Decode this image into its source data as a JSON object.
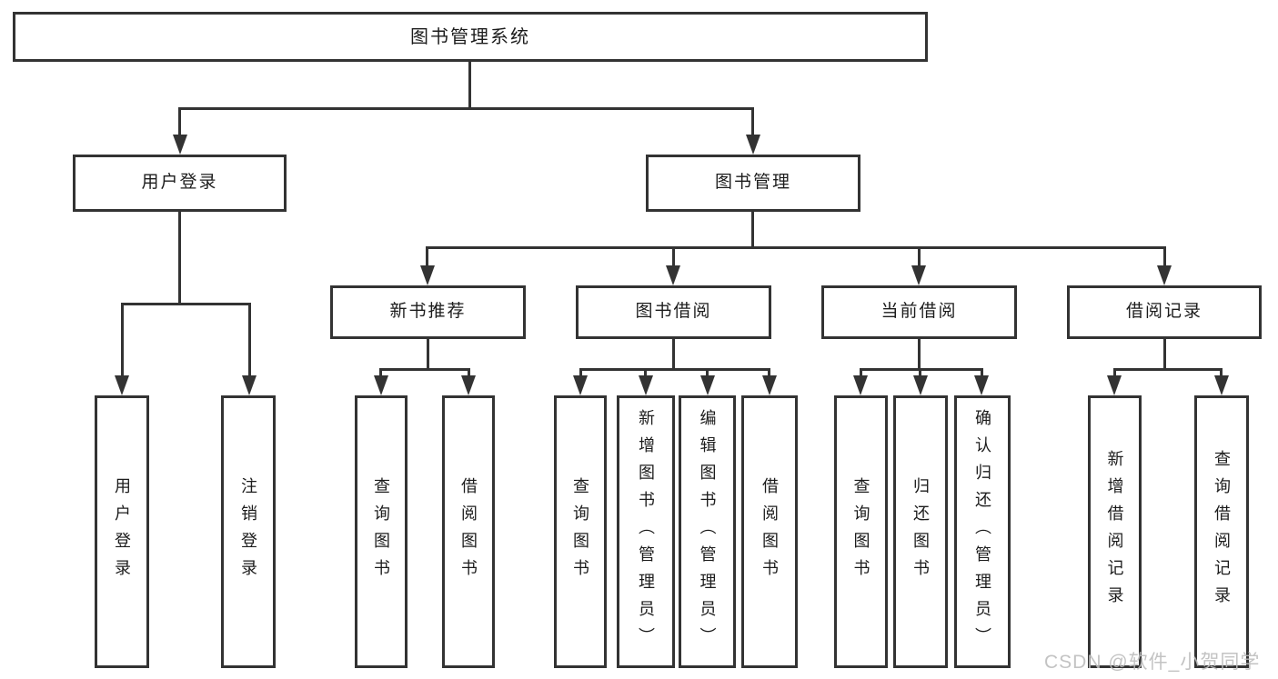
{
  "diagram": {
    "type": "tree",
    "root": {
      "label": "图书管理系统",
      "children": [
        {
          "label": "用户登录",
          "children": [
            {
              "label": "用户登录"
            },
            {
              "label": "注销登录"
            }
          ]
        },
        {
          "label": "图书管理",
          "children": [
            {
              "label": "新书推荐",
              "children": [
                {
                  "label": "查询图书"
                },
                {
                  "label": "借阅图书"
                }
              ]
            },
            {
              "label": "图书借阅",
              "children": [
                {
                  "label": "查询图书"
                },
                {
                  "label": "新增图书（管理员）"
                },
                {
                  "label": "编辑图书（管理员）"
                },
                {
                  "label": "借阅图书"
                }
              ]
            },
            {
              "label": "当前借阅",
              "children": [
                {
                  "label": "查询图书"
                },
                {
                  "label": "归还图书"
                },
                {
                  "label": "确认归还（管理员）"
                }
              ]
            },
            {
              "label": "借阅记录",
              "children": [
                {
                  "label": "新增借阅记录"
                },
                {
                  "label": "查询借阅记录"
                }
              ]
            }
          ]
        }
      ]
    }
  },
  "watermark": {
    "text": "CSDN @软件_小贺同学"
  },
  "colors": {
    "line": "#333333",
    "background": "#ffffff",
    "text": "#1c1c1c",
    "watermark": "#bdbdbd"
  }
}
